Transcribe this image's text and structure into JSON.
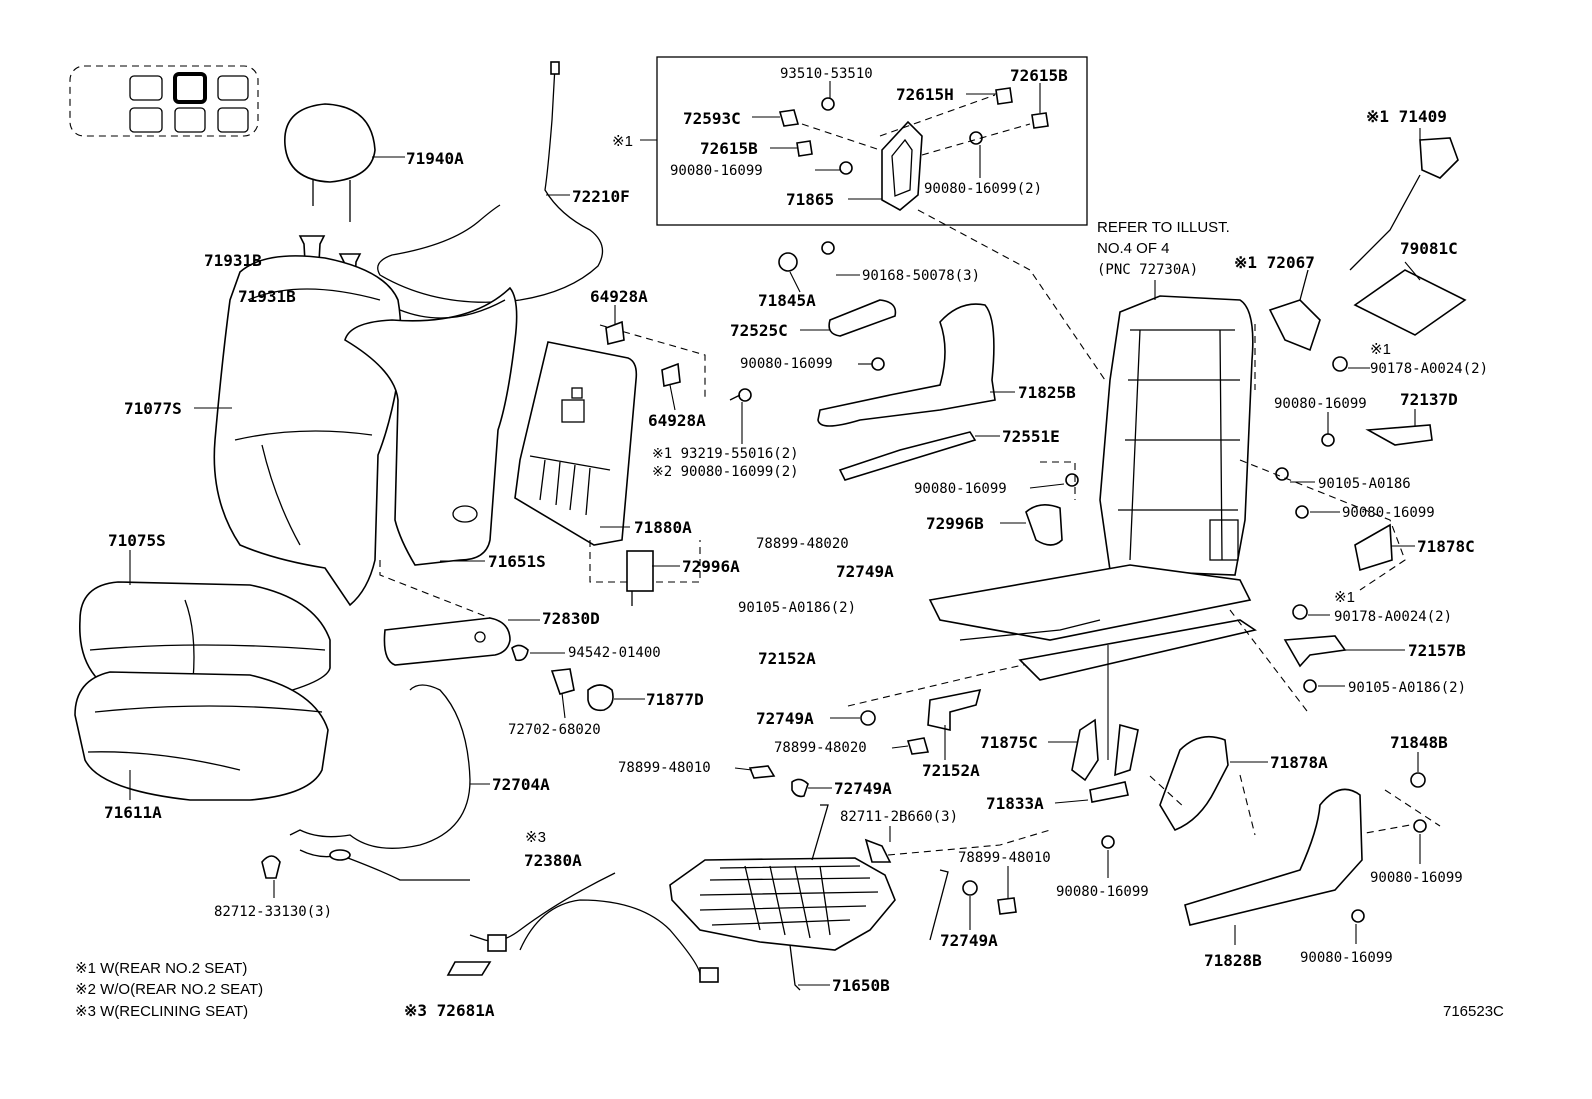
{
  "labels": {
    "p71940A": "71940A",
    "p72210F": "72210F",
    "p71931B_1": "71931B",
    "p71931B_2": "71931B",
    "p71077S": "71077S",
    "p71075S": "71075S",
    "p71611A": "71611A",
    "p71651S": "71651S",
    "p64928A_1": "64928A",
    "p64928A_2": "64928A",
    "p93219_55016": "※1 93219-55016(2)",
    "p90080_16099_w2": "※2 90080-16099(2)",
    "p71880A": "71880A",
    "p72996A": "72996A",
    "p72830D": "72830D",
    "p94542_01400": "94542-01400",
    "p71877D": "71877D",
    "p72702_68020": "72702-68020",
    "p72704A": "72704A",
    "p82712_33130": "82712-33130(3)",
    "p72380A_mark": "※3",
    "p72380A": "72380A",
    "p72681A": "※3  72681A",
    "p71650B": "71650B",
    "p82711_2B660": "82711-2B660(3)",
    "p78899_48010_a": "78899-48010",
    "p72749A_a": "72749A",
    "p78899_48020_a": "78899-48020",
    "p72749A_b": "72749A",
    "p72152A_a": "72152A",
    "p72152A_b": "72152A",
    "p72749A_c": "72749A",
    "p90105_A0186_2a": "90105-A0186(2)",
    "p72749A_d": "72749A",
    "p78899_48020_b": "78899-48020",
    "p78899_48010_b": "78899-48010",
    "p93510_53510": "93510-53510",
    "p72615H": "72615H",
    "p72615B_a": "72615B",
    "p72593C": "72593C",
    "p72615B_b": "72615B",
    "p90080_16099_a": "90080-16099",
    "p90080_16099_2a": "90080-16099(2)",
    "p71865": "71865",
    "p_box_mark": "※1",
    "p71845A": "71845A",
    "p90168_50078": "90168-50078(3)",
    "p72525C": "72525C",
    "p90080_16099_b": "90080-16099",
    "p71825B": "71825B",
    "p72551E": "72551E",
    "p90080_16099_c": "90080-16099",
    "p72996B": "72996B",
    "p71875C": "71875C",
    "p71833A": "71833A",
    "refer_1": "REFER TO ILLUST.",
    "refer_2": "NO.4 OF 4",
    "refer_3": "(PNC 72730A)",
    "p71409": "※1 71409",
    "p72067": "※1 72067",
    "p79081C": "79081C",
    "p90178_mark_a": "※1",
    "p90178_A0024_a": "90178-A0024(2)",
    "p90080_16099_d": "90080-16099",
    "p72137D": "72137D",
    "p90105_A0186": "90105-A0186",
    "p90080_16099_e": "90080-16099",
    "p71878C": "71878C",
    "p90178_mark_b": "※1",
    "p90178_A0024_b": "90178-A0024(2)",
    "p72157B": "72157B",
    "p90105_A0186_2b": "90105-A0186(2)",
    "p71848B": "71848B",
    "p71878A": "71878A",
    "p90080_16099_f": "90080-16099",
    "p90080_16099_g": "90080-16099",
    "p90080_16099_h": "90080-16099",
    "p71828B": "71828B"
  },
  "notes": [
    "※1  W(REAR NO.2 SEAT)",
    "※2  W/O(REAR NO.2 SEAT)",
    "※3  W(RECLINING SEAT)"
  ],
  "figure_id": "716523C"
}
